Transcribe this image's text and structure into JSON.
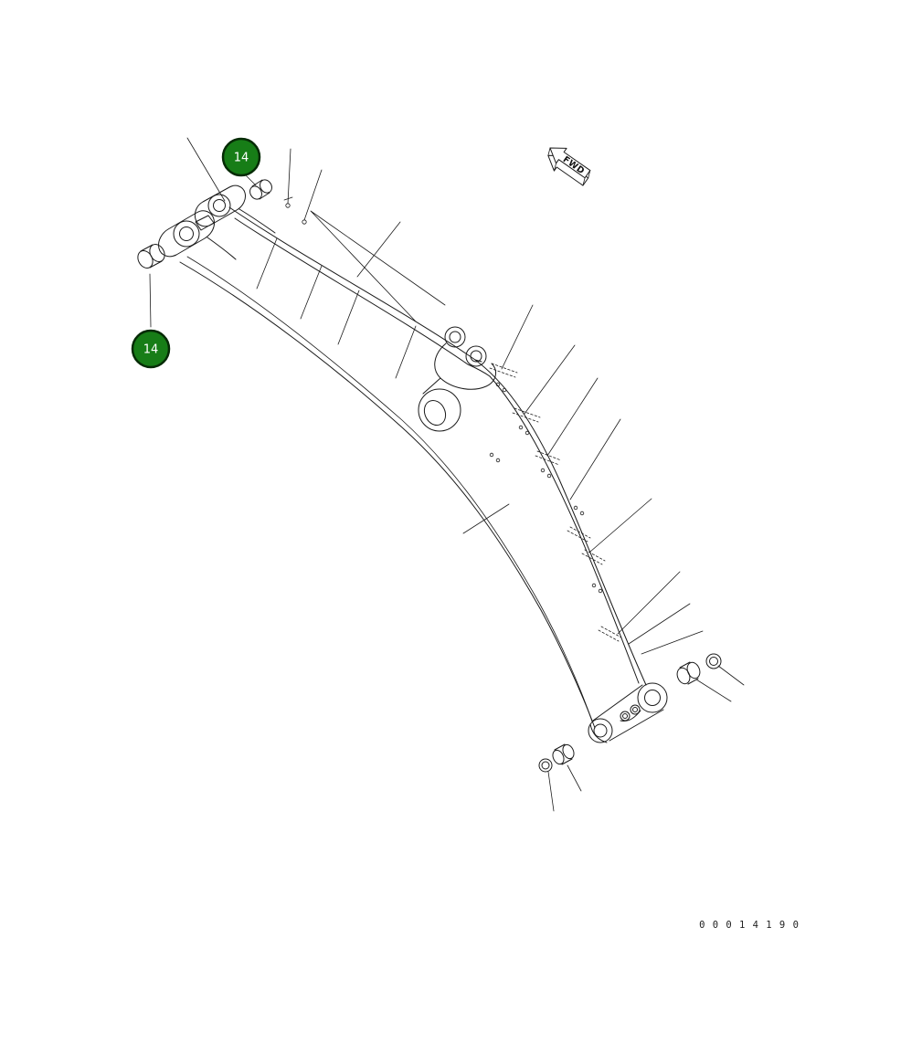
{
  "document": {
    "type": "parts-diagram",
    "drawing_number": "0 0 0 1 4 1 9 0"
  },
  "orientation_marker": {
    "label": "FWD",
    "icon": "fwd-direction-arrow-icon"
  },
  "callouts": [
    {
      "label": "14"
    },
    {
      "label": "14"
    }
  ],
  "colors": {
    "background": "#ffffff",
    "line": "#1b1b1b",
    "callout_fill": "#177d17",
    "callout_ring": "#062b06",
    "callout_text": "#ffffff"
  }
}
